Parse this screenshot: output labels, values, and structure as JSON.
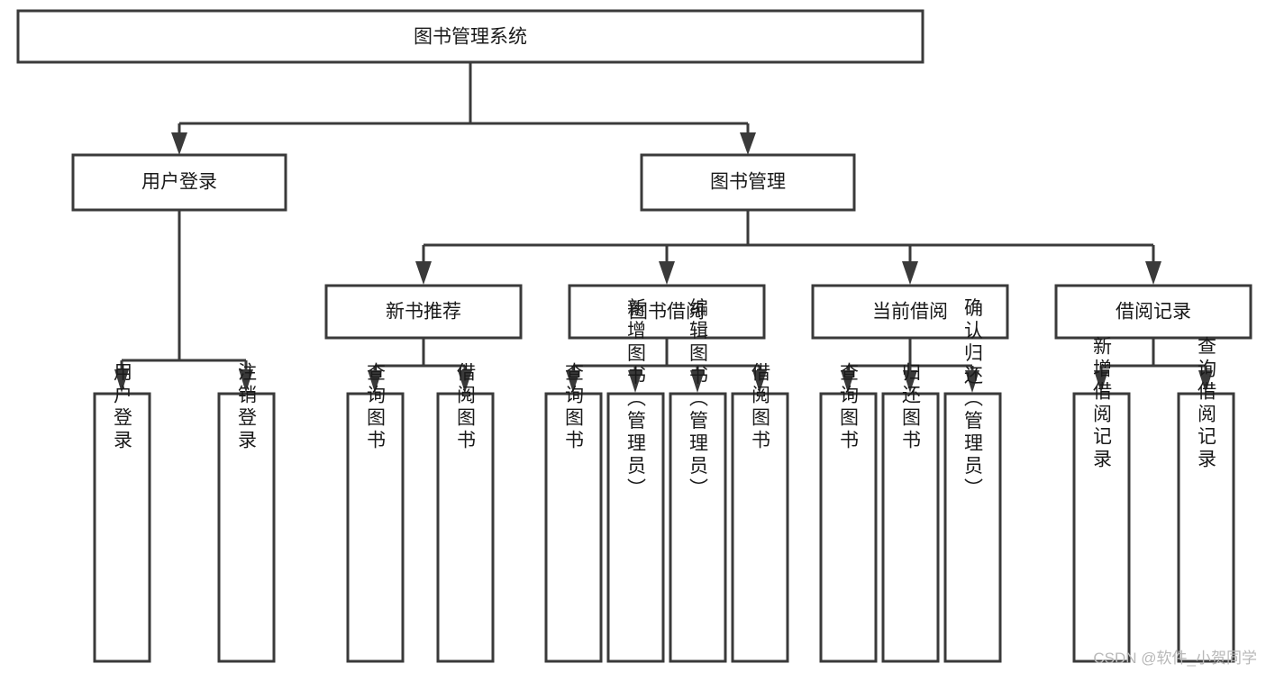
{
  "diagram": {
    "title": "图书管理系统",
    "type": "tree-hierarchy-chart",
    "watermark": "CSDN @软件_小贺同学",
    "colors": {
      "stroke": "#3a3a3a",
      "fill": "#ffffff",
      "text": "#1a1a1a",
      "watermark": "#b8b8b8",
      "background": "#ffffff"
    },
    "root": {
      "label": "图书管理系统"
    },
    "level2": [
      {
        "label": "用户登录"
      },
      {
        "label": "图书管理"
      }
    ],
    "level3": [
      {
        "label": "新书推荐"
      },
      {
        "label": "图书借阅"
      },
      {
        "label": "当前借阅"
      },
      {
        "label": "借阅记录"
      }
    ],
    "leaves": {
      "user_login": [
        {
          "label": "用户登录"
        },
        {
          "label": "注销登录"
        }
      ],
      "new_book_recommend": [
        {
          "label": "查询图书"
        },
        {
          "label": "借阅图书"
        }
      ],
      "book_borrow": [
        {
          "label": "查询图书"
        },
        {
          "label": "新增图书（管理员）"
        },
        {
          "label": "编辑图书（管理员）"
        },
        {
          "label": "借阅图书"
        }
      ],
      "current_borrow": [
        {
          "label": "查询图书"
        },
        {
          "label": "归还图书"
        },
        {
          "label": "确认归还（管理员）"
        }
      ],
      "borrow_records": [
        {
          "label": "新增借阅记录"
        },
        {
          "label": "查询借阅记录"
        }
      ]
    }
  }
}
